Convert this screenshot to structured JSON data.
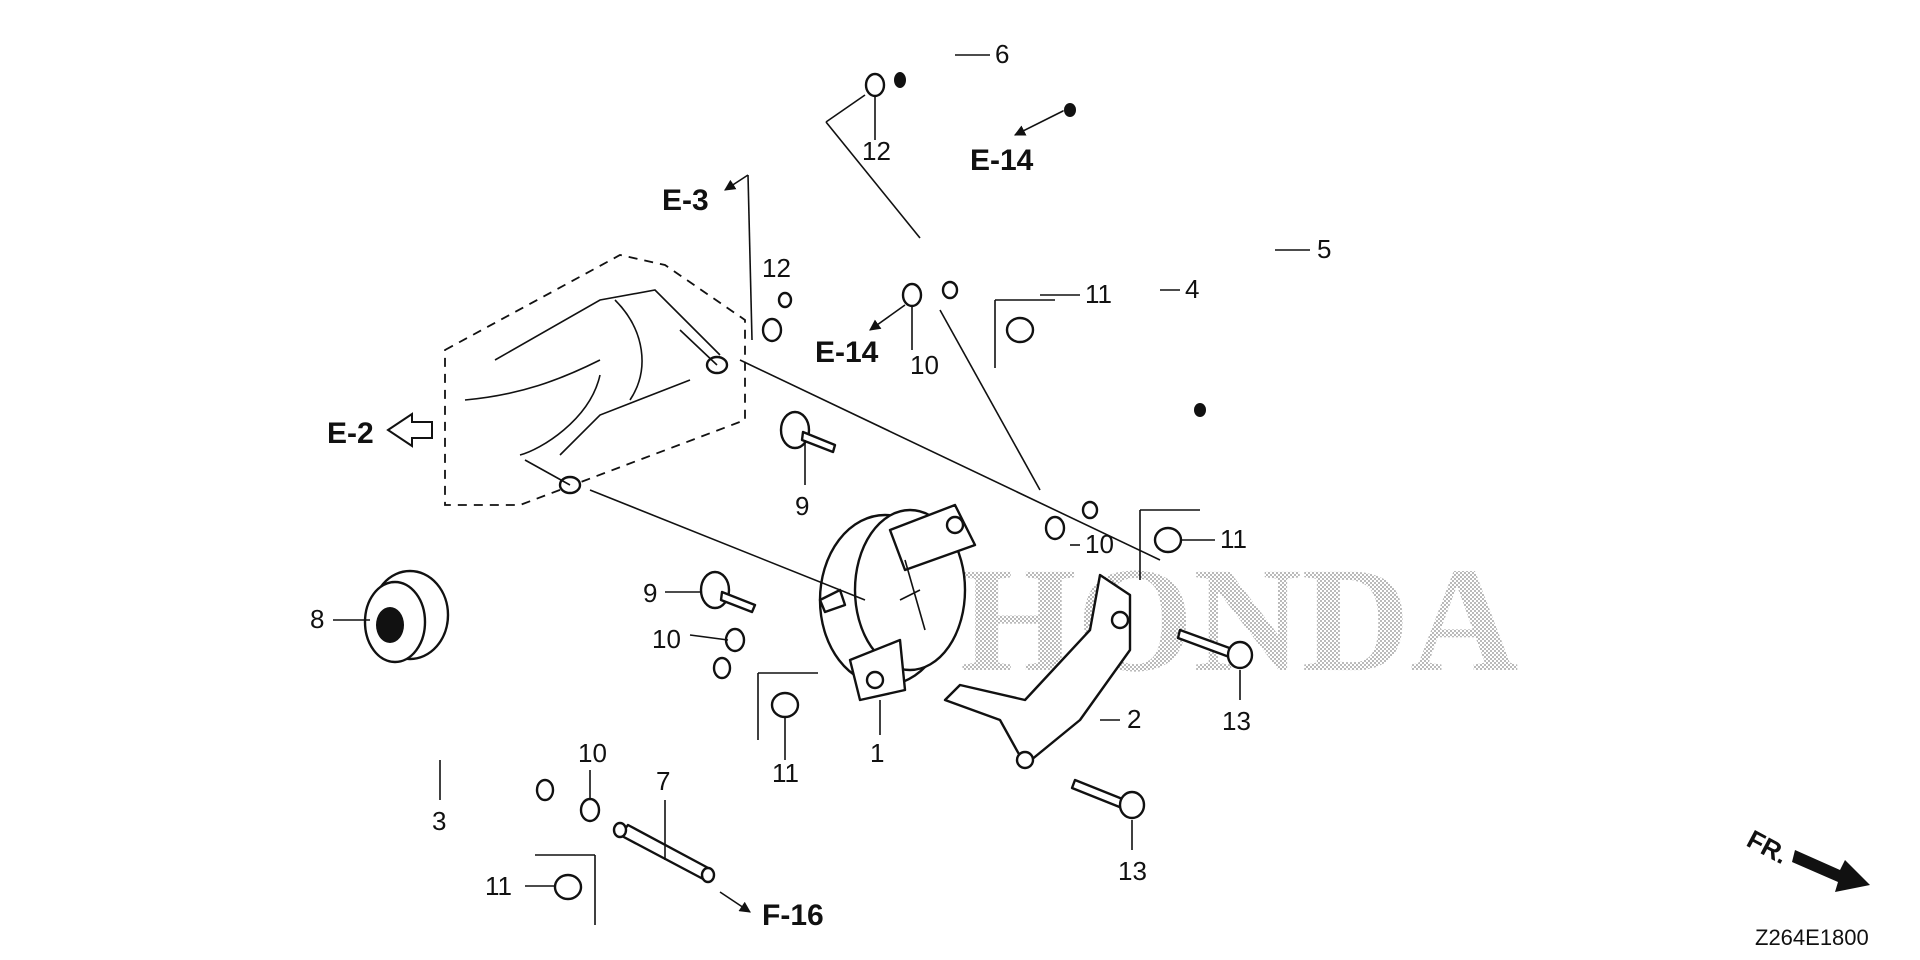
{
  "diagram": {
    "title": "Fuel pump / hose assembly exploded view",
    "watermark": "HONDA",
    "figure_code": "Z264E1800",
    "front_indicator": "FR.",
    "refs": {
      "e2": "E-2",
      "e3": "E-3",
      "e14_top": "E-14",
      "e14_mid": "E-14",
      "f16": "F-16"
    },
    "parts": {
      "p1": "1",
      "p2": "2",
      "p3": "3",
      "p4": "4",
      "p5": "5",
      "p6": "6",
      "p7": "7",
      "p8": "8",
      "p9_top": "9",
      "p9_low": "9",
      "p10_top": "10",
      "p10_right": "10",
      "p10_mid": "10",
      "p10_low": "10",
      "p11_top": "11",
      "p11_right": "11",
      "p11_mid": "11",
      "p11_low": "11",
      "p12_top": "12",
      "p12_mid": "12",
      "p13_right": "13",
      "p13_low": "13"
    }
  }
}
